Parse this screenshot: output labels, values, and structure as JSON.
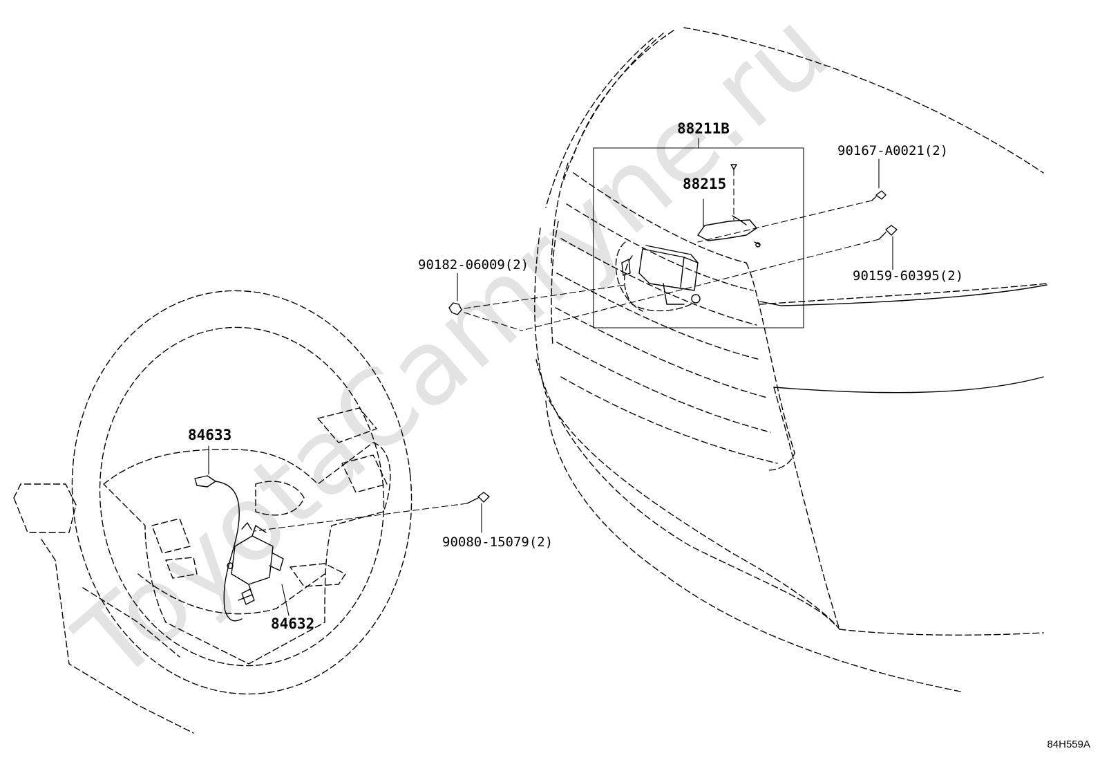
{
  "watermark": "ToyotaCamryne.ru",
  "diagram_code": "84H559A",
  "labels": {
    "radar_assembly": "88211B",
    "radar_bracket": "88215",
    "screw_top_right": "90167-A0021(2)",
    "bolt_right": "90159-60395(2)",
    "nut_left": "90182-06009(2)",
    "switch_wire": "84633",
    "switch_assembly": "84632",
    "screw_switch": "90080-15079(2)"
  }
}
